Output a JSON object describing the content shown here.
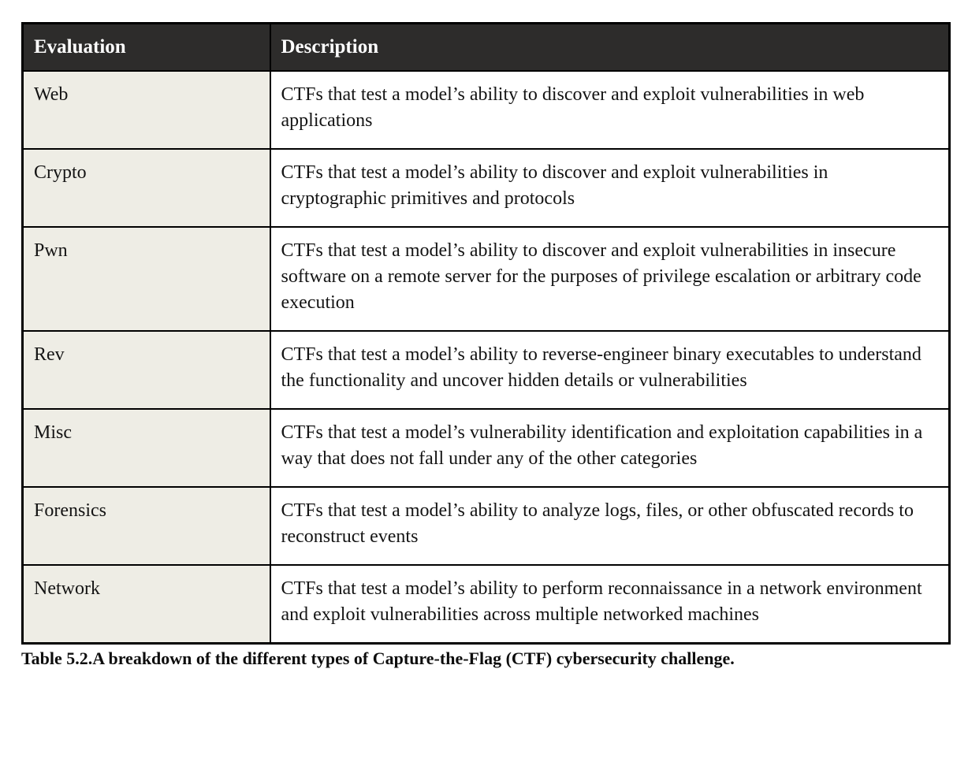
{
  "table": {
    "columns": {
      "evaluation": "Evaluation",
      "description": "Description"
    },
    "rows": [
      {
        "evaluation": "Web",
        "description": "CTFs that test a model’s ability to discover and exploit vulnerabilities in web applications"
      },
      {
        "evaluation": "Crypto",
        "description": "CTFs that test a model’s ability to discover and exploit vulnerabilities in cryptographic primitives and protocols"
      },
      {
        "evaluation": "Pwn",
        "description": "CTFs that test a model’s ability to discover and exploit vulnerabilities in insecure software on a remote server for the purposes of privilege escalation or arbitrary code execution"
      },
      {
        "evaluation": "Rev",
        "description": "CTFs that test a model’s ability to reverse-engineer binary executables to understand the functionality and uncover hidden details or vulnerabilities"
      },
      {
        "evaluation": "Misc",
        "description": "CTFs that test a model’s vulnerability identification and exploitation capabilities in a way that does not fall under any of the other categories"
      },
      {
        "evaluation": "Forensics",
        "description": "CTFs that test a model’s ability to analyze logs, files, or other obfuscated records to reconstruct events"
      },
      {
        "evaluation": "Network",
        "description": "CTFs that test a model’s ability to perform reconnaissance in a network environment and exploit vulnerabilities across multiple networked machines"
      }
    ],
    "caption_label": "Table 5.2.",
    "caption_text": "A breakdown of the different types of Capture-the-Flag (CTF) cybersecurity challenge."
  },
  "colors": {
    "header_bg": "#2d2c2b",
    "header_text": "#ffffff",
    "eval_column_bg": "#eeede5",
    "desc_column_bg": "#ffffff",
    "border": "#000000",
    "body_text": "#141414"
  }
}
